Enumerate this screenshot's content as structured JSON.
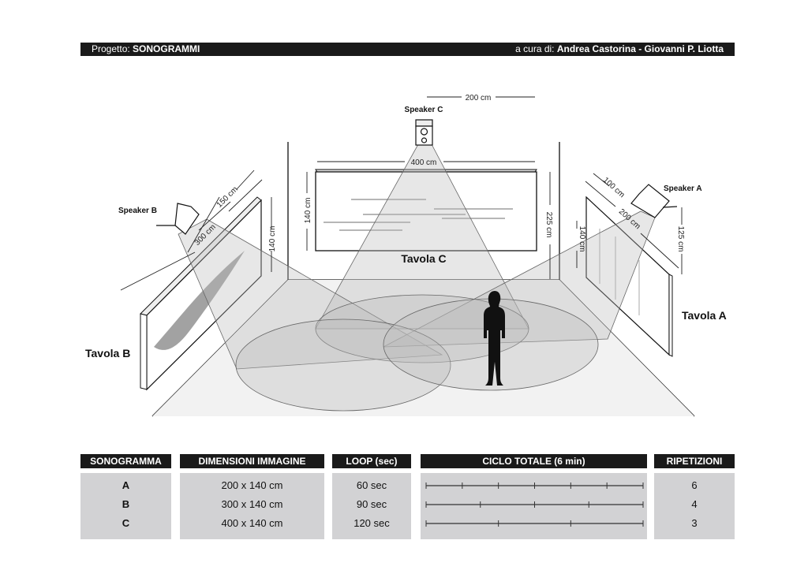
{
  "header": {
    "project_label": "Progetto:",
    "project_name": "SONOGRAMMI",
    "credits_label": "a cura di:",
    "credits_names": "Andrea Castorina - Giovanni P. Liotta"
  },
  "diagram": {
    "speaker_a": "Speaker A",
    "speaker_b": "Speaker B",
    "speaker_c": "Speaker C",
    "tavola_a": "Tavola A",
    "tavola_b": "Tavola B",
    "tavola_c": "Tavola C",
    "dims": {
      "c_speaker_offset": "200 cm",
      "c_width": "400 cm",
      "c_height": "140 cm",
      "c_mount": "225 cm",
      "b_speaker_offset": "150 cm",
      "b_width": "300 cm",
      "b_height": "140 cm",
      "a_speaker_offset": "100 cm",
      "a_width": "200 cm",
      "a_height": "140 cm",
      "a_speaker_height": "125 cm"
    }
  },
  "table": {
    "headers": [
      "SONOGRAMMA",
      "DIMENSIONI IMMAGINE",
      "LOOP (sec)",
      "CICLO TOTALE (6 min)",
      "RIPETIZIONI"
    ],
    "rows": [
      {
        "id": "A",
        "size": "200 x 140 cm",
        "loop": "60 sec",
        "repetitions": "6"
      },
      {
        "id": "B",
        "size": "300 x 140 cm",
        "loop": "90 sec",
        "repetitions": "4"
      },
      {
        "id": "C",
        "size": "400 x 140 cm",
        "loop": "120 sec",
        "repetitions": "3"
      }
    ],
    "cycle_total_sec": 360
  }
}
